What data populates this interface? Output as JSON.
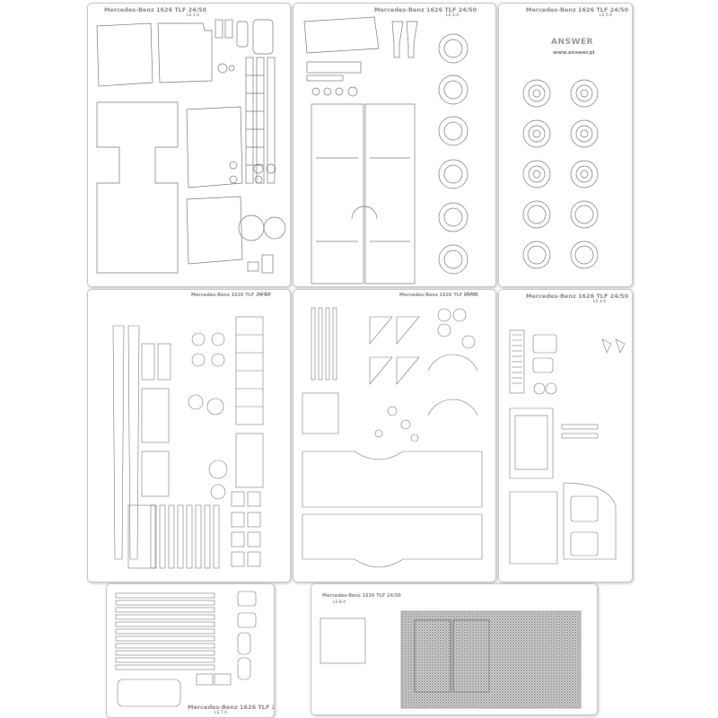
{
  "model_title": "Mercedes-Benz 1626 TLF 24/50",
  "brand": {
    "logo_text": "ANSWER",
    "url": "www.answer.pl"
  },
  "sheet_codes": {
    "s1": "LS 1:4",
    "s2": "LS 3:4",
    "s3": "LS 5:4",
    "s4": "LS 2:4",
    "s5": "LS 6:4",
    "s6": "LS 3:4",
    "s7": "LS 7:4",
    "s8": "LS 8:4"
  }
}
